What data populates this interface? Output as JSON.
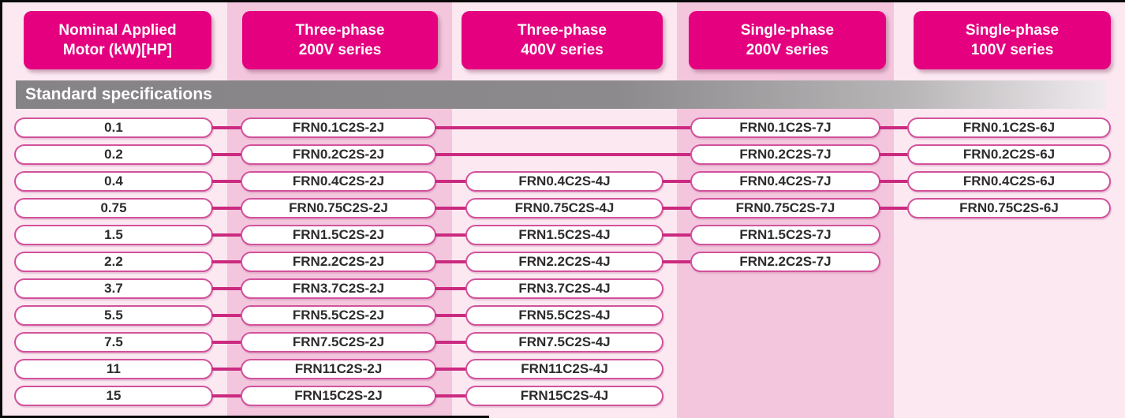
{
  "colors": {
    "brand_magenta": "#e4007f",
    "box_border_pink": "#d2519c",
    "connector_pink": "#cb2a80",
    "column_light_pink": "#fbe8f1",
    "column_medium_pink": "#f3c6dd",
    "section_bar_gray": "#8c8a8c"
  },
  "headers": [
    {
      "line1": "Nominal Applied",
      "line2": "Motor (kW)[HP]"
    },
    {
      "line1": "Three-phase",
      "line2": "200V series"
    },
    {
      "line1": "Three-phase",
      "line2": "400V series"
    },
    {
      "line1": "Single-phase",
      "line2": "200V series"
    },
    {
      "line1": "Single-phase",
      "line2": "100V series"
    }
  ],
  "section_label": "Standard specifications",
  "rows": [
    {
      "kw": "0.1",
      "three_phase_200v": "FRN0.1C2S-2J",
      "three_phase_400v": null,
      "single_phase_200v": "FRN0.1C2S-7J",
      "single_phase_100v": "FRN0.1C2S-6J"
    },
    {
      "kw": "0.2",
      "three_phase_200v": "FRN0.2C2S-2J",
      "three_phase_400v": null,
      "single_phase_200v": "FRN0.2C2S-7J",
      "single_phase_100v": "FRN0.2C2S-6J"
    },
    {
      "kw": "0.4",
      "three_phase_200v": "FRN0.4C2S-2J",
      "three_phase_400v": "FRN0.4C2S-4J",
      "single_phase_200v": "FRN0.4C2S-7J",
      "single_phase_100v": "FRN0.4C2S-6J"
    },
    {
      "kw": "0.75",
      "three_phase_200v": "FRN0.75C2S-2J",
      "three_phase_400v": "FRN0.75C2S-4J",
      "single_phase_200v": "FRN0.75C2S-7J",
      "single_phase_100v": "FRN0.75C2S-6J"
    },
    {
      "kw": "1.5",
      "three_phase_200v": "FRN1.5C2S-2J",
      "three_phase_400v": "FRN1.5C2S-4J",
      "single_phase_200v": "FRN1.5C2S-7J",
      "single_phase_100v": null
    },
    {
      "kw": "2.2",
      "three_phase_200v": "FRN2.2C2S-2J",
      "three_phase_400v": "FRN2.2C2S-4J",
      "single_phase_200v": "FRN2.2C2S-7J",
      "single_phase_100v": null
    },
    {
      "kw": "3.7",
      "three_phase_200v": "FRN3.7C2S-2J",
      "three_phase_400v": "FRN3.7C2S-4J",
      "single_phase_200v": null,
      "single_phase_100v": null
    },
    {
      "kw": "5.5",
      "three_phase_200v": "FRN5.5C2S-2J",
      "three_phase_400v": "FRN5.5C2S-4J",
      "single_phase_200v": null,
      "single_phase_100v": null
    },
    {
      "kw": "7.5",
      "three_phase_200v": "FRN7.5C2S-2J",
      "three_phase_400v": "FRN7.5C2S-4J",
      "single_phase_200v": null,
      "single_phase_100v": null
    },
    {
      "kw": "11",
      "three_phase_200v": "FRN11C2S-2J",
      "three_phase_400v": "FRN11C2S-4J",
      "single_phase_200v": null,
      "single_phase_100v": null
    },
    {
      "kw": "15",
      "three_phase_200v": "FRN15C2S-2J",
      "three_phase_400v": "FRN15C2S-4J",
      "single_phase_200v": null,
      "single_phase_100v": null
    }
  ]
}
